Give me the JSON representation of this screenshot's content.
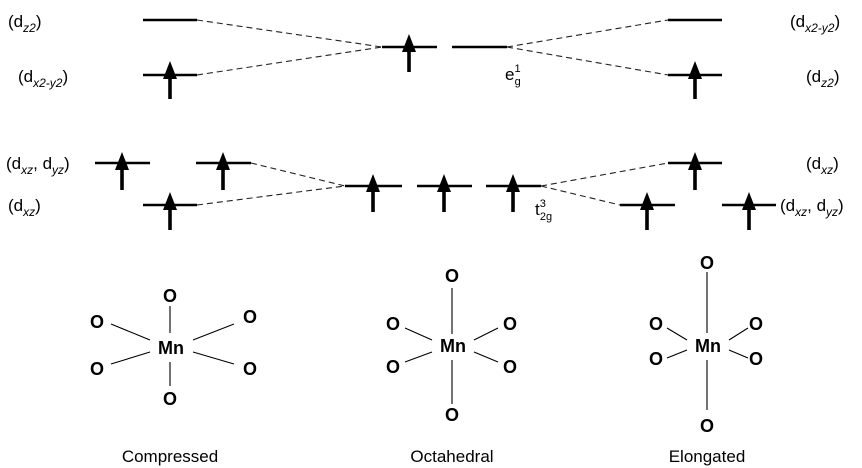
{
  "left_labels": {
    "dz2": {
      "pre": "(d",
      "sub": "z2",
      "post": ")"
    },
    "dx2y2": {
      "pre": "(d",
      "sub": "x2-y2",
      "post": ")"
    },
    "dxz_dyz": {
      "pre": "(d",
      "sub1": "xz",
      "mid": ", d",
      "sub2": "yz",
      "post": ")"
    },
    "dxz": {
      "pre": "(d",
      "sub": "xz",
      "post": ")"
    }
  },
  "right_labels": {
    "dx2y2": {
      "pre": "(d",
      "sub": "x2-y2",
      "post": ")"
    },
    "dz2": {
      "pre": "(d",
      "sub": "z2",
      "post": ")"
    },
    "dxz": {
      "pre": "(d",
      "sub": "xz",
      "post": ")"
    },
    "dxz_dyz": {
      "pre": "(d",
      "sub1": "xz",
      "mid": ", d",
      "sub2": "yz",
      "post": ")"
    }
  },
  "center_labels": {
    "eg": {
      "base": "e",
      "sup": "1",
      "sub": "g"
    },
    "t2g": {
      "base": "t",
      "sup": "3",
      "sub": "2g"
    }
  },
  "molecules": {
    "compressed": {
      "metal": "Mn",
      "ligand": "O",
      "caption": "Compressed"
    },
    "octahedral": {
      "metal": "Mn",
      "ligand": "O",
      "caption": "Octahedral"
    },
    "elongated": {
      "metal": "Mn",
      "ligand": "O",
      "caption": "Elongated"
    }
  }
}
